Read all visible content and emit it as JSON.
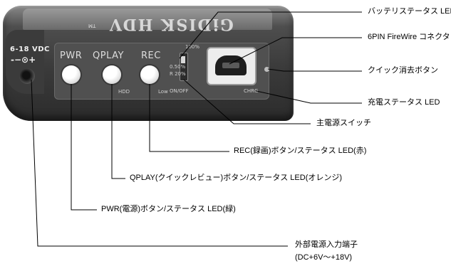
{
  "device": {
    "brand": "GiDISK HDV",
    "trademark": "TM",
    "power_rating": "6-18 VDC",
    "polarity_symbol": "-−⊙+",
    "buttons": [
      {
        "label": "PWR",
        "sub_label": ""
      },
      {
        "label": "QPLAY",
        "sub_label": "HDD"
      },
      {
        "label": "REC",
        "sub_label": "Low"
      }
    ],
    "switch_labels": {
      "top": "0.50%",
      "middle": "R 20%",
      "bottom": "ON/OFF",
      "port_top": "100%"
    },
    "charge_label": "CHRG",
    "colors": {
      "body": "#3a3a3a",
      "button": "#ffffff",
      "annotation_text": "#000000",
      "leader_line": "#000000"
    }
  },
  "annotations": {
    "battery_status_led": "バッテリステータス LED",
    "firewire_connector": "6PIN  FireWire コネクタ",
    "quick_erase_button": "クイック消去ボタン",
    "charge_status_led": "充電ステータス LED",
    "main_power_switch": "主電源スイッチ",
    "rec_button": "REC(録画)ボタン/ステータス LED(赤)",
    "qplay_button": "QPLAY(クイックレビュー)ボタン/ステータス LED(オレンジ)",
    "pwr_button": "PWR(電源)ボタン/ステータス LED(緑)",
    "external_power_input": "外部電源入力端子",
    "external_power_range": "(DC+6V〜+18V)"
  }
}
